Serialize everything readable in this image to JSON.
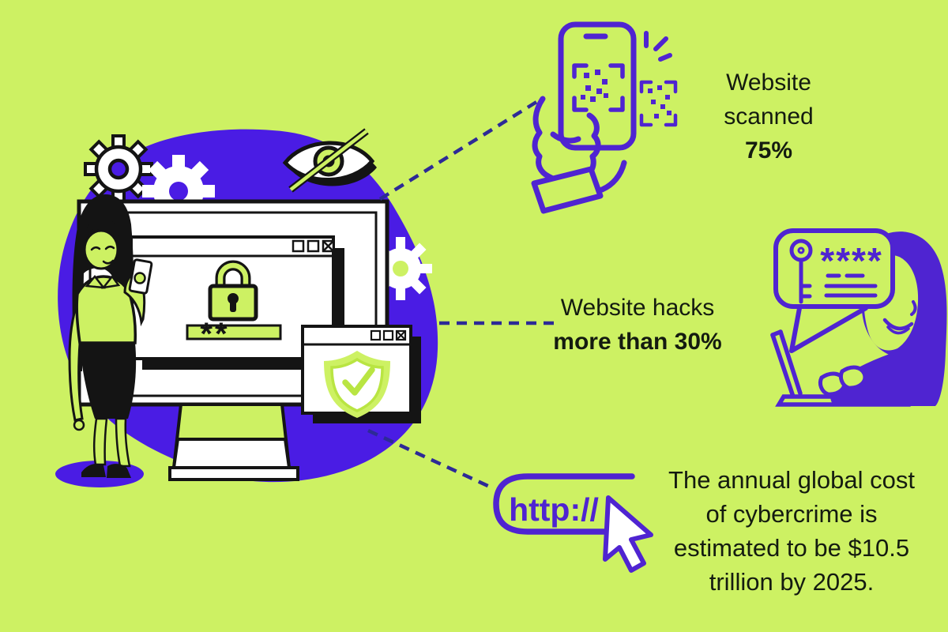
{
  "palette": {
    "background": "#cdf163",
    "blob": "#4a1ce4",
    "icon": "#4f24d1",
    "dash": "#2d2a96",
    "text": "#141b10",
    "ink": "#141414",
    "shield": "#b9e542"
  },
  "stats": {
    "scanned": {
      "line1": "Website",
      "line2": "scanned",
      "value": "75%"
    },
    "hacks": {
      "line1": "Website hacks",
      "value": "more than 30%"
    },
    "cost": {
      "line1": "The annual global cost",
      "line2": "of cybercrime is",
      "line3": "estimated to be $10.5",
      "line4": "trillion by 2025."
    }
  },
  "monitor": {
    "password_mask": "**"
  },
  "hacker": {
    "password_mask": "****"
  },
  "url_chip": {
    "label": "http://"
  }
}
